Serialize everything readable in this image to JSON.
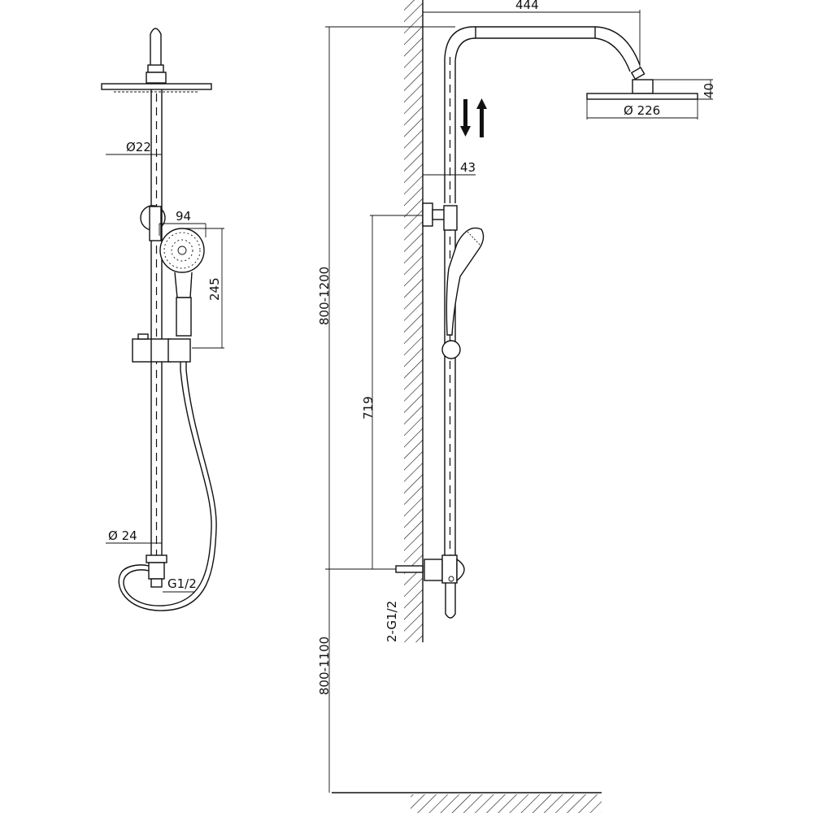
{
  "drawing": {
    "front_view": {
      "pipe_diameter": "Ø22",
      "handshower_width": "94",
      "handshower_length": "245",
      "lower_pipe_diameter": "Ø 24",
      "inlet_thread": "G1/2"
    },
    "side_view": {
      "arm_projection": "444",
      "head_height": "40",
      "head_diameter": "Ø 226",
      "wall_offset": "43",
      "bracket_height": "719",
      "total_height_range": "800-1200",
      "inlet_height_range": "800-1100",
      "inlet_threads": "2-G1/2"
    },
    "line_color": "#111111"
  }
}
